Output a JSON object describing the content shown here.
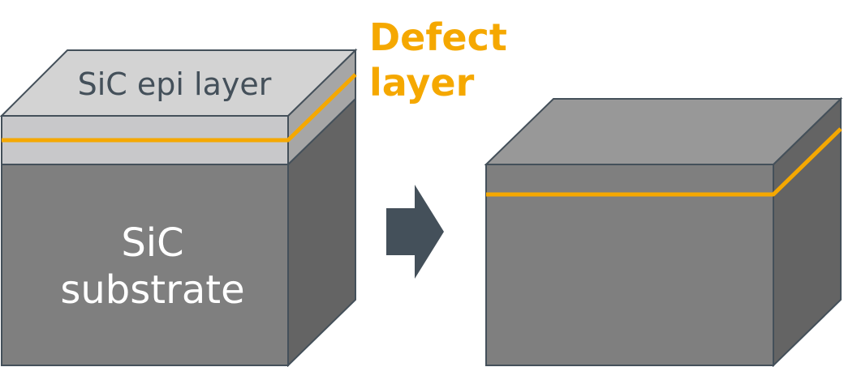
{
  "labels": {
    "epi_layer": "SiC epi layer",
    "substrate_line1": "SiC",
    "substrate_line2": "substrate",
    "defect_line1": "Defect",
    "defect_line2": "layer"
  },
  "colors": {
    "epi_front": "#C8C8CA",
    "epi_top": "#D3D3D3",
    "epi_side": "#A6A6A6",
    "substrate_front": "#7F7F7F",
    "substrate_side": "#646464",
    "after_top": "#989898",
    "outline": "#44505A",
    "defect_line": "#F5A800",
    "arrow": "#44505A",
    "epi_text": "#44505A",
    "substrate_text": "#FFFFFF"
  },
  "icons": {
    "process_arrow": "right-arrow-icon"
  }
}
